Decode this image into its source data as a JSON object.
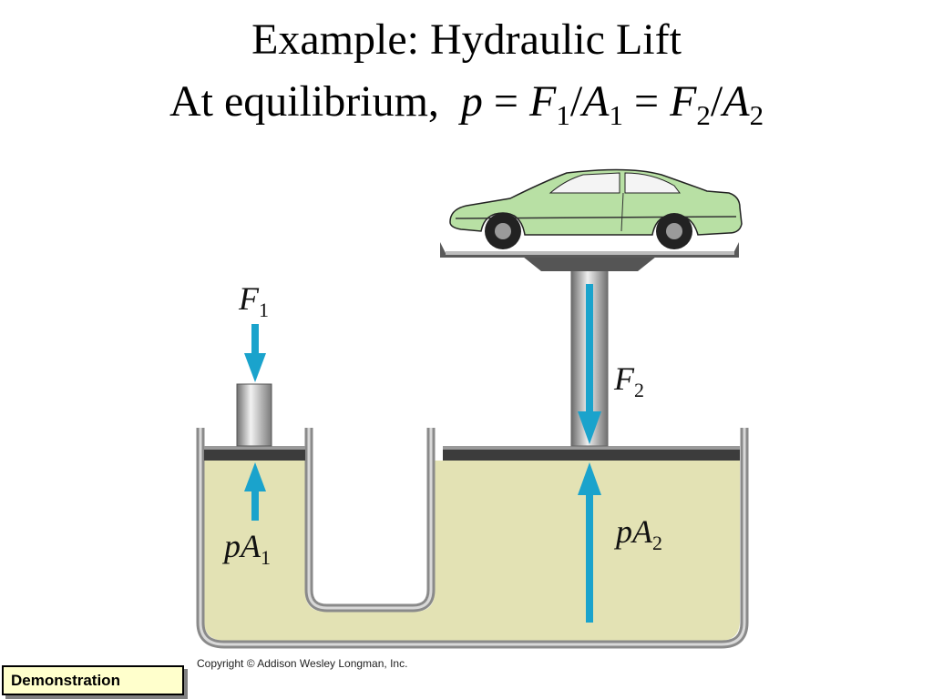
{
  "title": {
    "line1": "Example: Hydraulic Lift",
    "line2_prefix": "At equilibrium,",
    "p": "p",
    "eq": "=",
    "F": "F",
    "A": "A",
    "slash": "/",
    "one": "1",
    "two": "2"
  },
  "labels": {
    "f1_main": "F",
    "f1_sub": "1",
    "f2_main": "F",
    "f2_sub": "2",
    "pa1_main": "pA",
    "pa1_sub": "1",
    "pa2_main": "pA",
    "pa2_sub": "2"
  },
  "copyright": "Copyright © Addison Wesley Longman, Inc.",
  "demo_button": "Demonstration",
  "colors": {
    "fluid": "#e3e2b4",
    "container": "#8a8a8a",
    "arrow": "#1aa3cc",
    "car": "#b8e0a4"
  }
}
